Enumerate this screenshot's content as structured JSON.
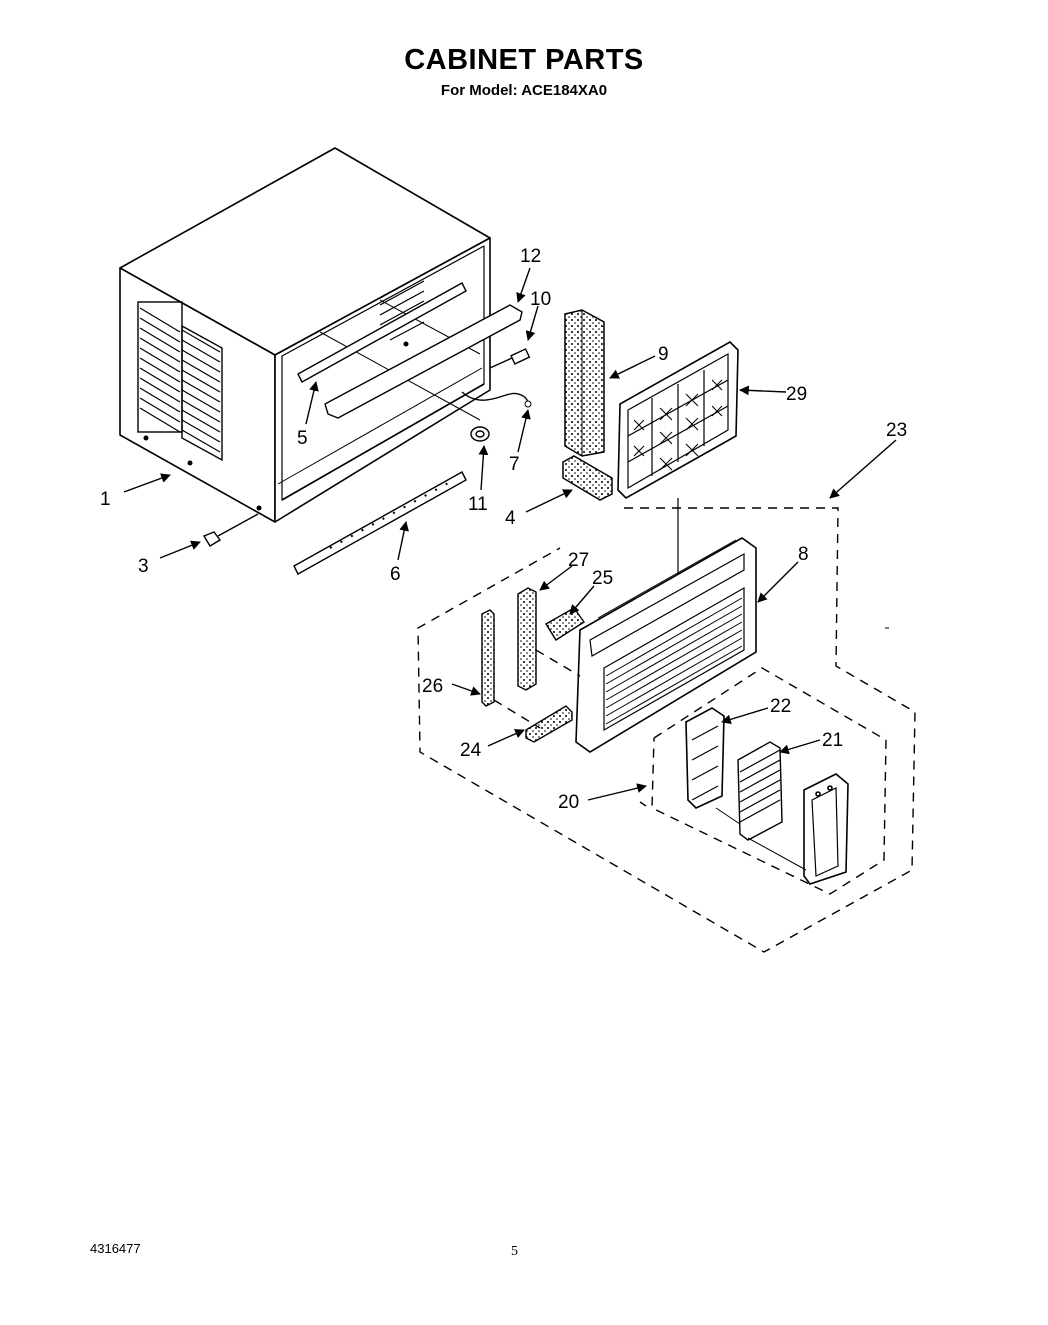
{
  "title": "CABINET PARTS",
  "subtitle": "For Model: ACE184XA0",
  "callouts": [
    "1",
    "3",
    "5",
    "6",
    "11",
    "7",
    "12",
    "10",
    "9",
    "4",
    "29",
    "23",
    "8",
    "27",
    "25",
    "26",
    "24",
    "22",
    "21",
    "20"
  ],
  "footer": {
    "part_number": "4316477",
    "page_number": "5"
  }
}
